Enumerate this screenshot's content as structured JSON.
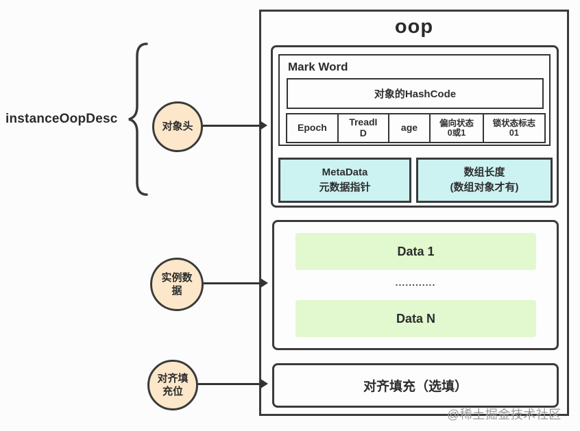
{
  "diagram": {
    "left": {
      "title": "instanceOopDesc",
      "nodes": [
        {
          "label": "对象头"
        },
        {
          "label": "实例数\n据"
        },
        {
          "label": "对齐填\n充位"
        }
      ]
    },
    "oop": {
      "title": "oop",
      "mark_word": {
        "label": "Mark Word",
        "hashcode": "对象的HashCode",
        "fields": [
          "Epoch",
          "TreadI\nD",
          "age",
          "偏向状态\n0或1",
          "锁状态标志\n01"
        ]
      },
      "metadata": "MetaData\n元数据指针",
      "array_length": "数组长度\n(数组对象才有)",
      "instance_data": {
        "data1": "Data 1",
        "ellipsis": "............",
        "dataN": "Data N"
      },
      "padding": "对齐填充（选填）"
    },
    "watermark": "@稀土掘金技术社区",
    "colors": {
      "border": "#3a3a3a",
      "cyan": "#ccf2f2",
      "green": "#e2f8cf",
      "peach": "#fce7ca",
      "watermark": "#9b9b9b"
    }
  }
}
